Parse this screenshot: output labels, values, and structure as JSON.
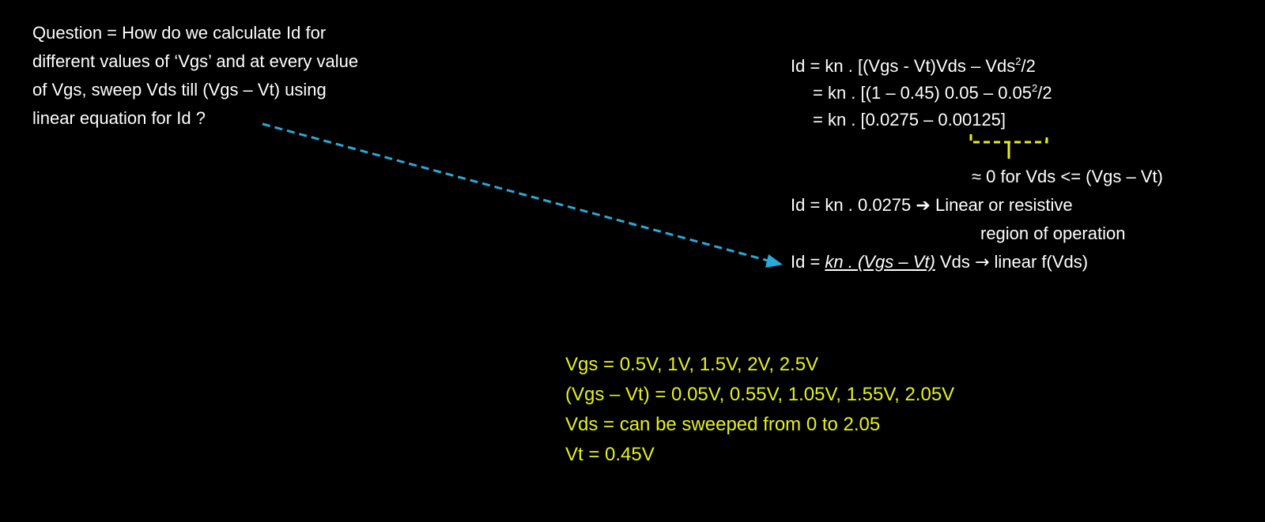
{
  "question": {
    "lines": [
      "Question = How do we calculate Id for",
      "different values of ‘Vgs’ and at every value",
      "of Vgs, sweep Vds till (Vgs – Vt) using",
      "linear equation for Id ?"
    ]
  },
  "equations": {
    "line1_pre": "Id = kn . [(Vgs - Vt)Vds – Vds",
    "line1_sup": "2",
    "line1_post": "/2",
    "line2_pre": "= kn . [(1 – 0.45) 0.05 – 0.05",
    "line2_sup": "2",
    "line2_post": "/2",
    "line3": "= kn . [0.0275 – 0.00125]",
    "approx_note": "≈ 0 for Vds <= (Vgs – Vt)",
    "line4_pre": "Id = kn . 0.0275",
    "line4_arrow": "➔",
    "line4_post": "Linear or resistive",
    "line5": "region of operation",
    "line6_pre": "Id = ",
    "line6_underlined": "kn . (Vgs – Vt)",
    "line6_mid": " Vds ",
    "line6_arrow": "→",
    "line6_post": " linear f(Vds)"
  },
  "params": {
    "lines": [
      "Vgs = 0.5V, 1V, 1.5V, 2V, 2.5V",
      "(Vgs – Vt) = 0.05V, 0.55V, 1.05V, 1.55V, 2.05V",
      "Vds = can be sweeped from 0 to 2.05",
      "Vt = 0.45V"
    ]
  },
  "colors": {
    "background": "#000000",
    "text": "#ffffff",
    "highlight": "#e6f01e",
    "arrow": "#2aa8d8"
  }
}
